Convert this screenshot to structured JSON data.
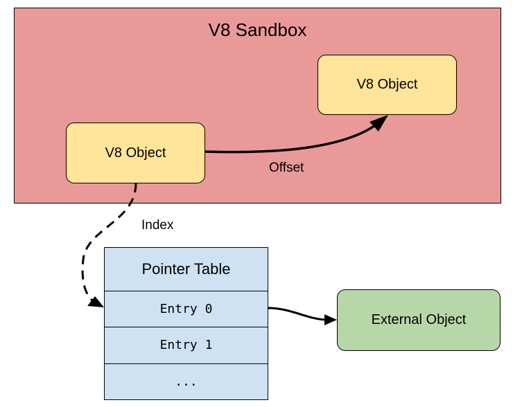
{
  "colors": {
    "sandbox_fill": "#ea9999",
    "object_fill": "#ffe599",
    "table_fill": "#cfe2f3",
    "external_fill": "#b6d7a8",
    "line": "#000000"
  },
  "sandbox": {
    "title": "V8 Sandbox"
  },
  "nodes": {
    "v8_object_source": "V8 Object",
    "v8_object_target": "V8 Object",
    "external_object": "External Object"
  },
  "edges": {
    "offset_label": "Offset",
    "index_label": "Index"
  },
  "pointer_table": {
    "title": "Pointer Table",
    "entries": [
      "Entry 0",
      "Entry 1",
      "..."
    ]
  }
}
